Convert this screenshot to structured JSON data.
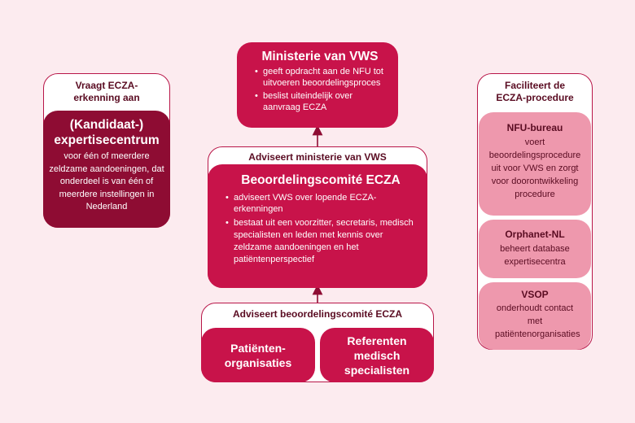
{
  "left": {
    "header": "Vraagt ECZA-erkenning aan",
    "title": "(Kandidaat-) expertisecentrum",
    "body": "voor één of meerdere zeldzame aandoeningen, dat onderdeel is van één of meerdere instellingen in Nederland"
  },
  "ministry": {
    "title": "Ministerie van VWS",
    "bullets": [
      "geeft opdracht aan de NFU tot uitvoeren beoordelingsproces",
      "beslist uiteindelijk over aanvraag ECZA"
    ]
  },
  "committee": {
    "header": "Adviseert ministerie van VWS",
    "title": "Beoordelingscomité ECZA",
    "bullets": [
      "adviseert VWS over lopende ECZA-erkenningen",
      "bestaat uit een voorzitter, secretaris, medisch specialisten en leden met kennis over zeldzame aandoeningen en het patiëntenperspectief"
    ]
  },
  "advisors": {
    "header": "Adviseert beoordelingscomité ECZA",
    "items": [
      "Patiënten-organisaties",
      "Referenten medisch specialisten"
    ]
  },
  "right": {
    "header": "Faciliteert de ECZA-procedure",
    "cards": [
      {
        "title": "NFU-bureau",
        "body": "voert beoordelingsprocedure uit voor VWS en zorgt voor doorontwikkeling procedure"
      },
      {
        "title": "Orphanet-NL",
        "body": "beheert database expertisecentra"
      },
      {
        "title": "VSOP",
        "body": "onderhoudt contact met patiëntenorganisaties"
      }
    ]
  }
}
